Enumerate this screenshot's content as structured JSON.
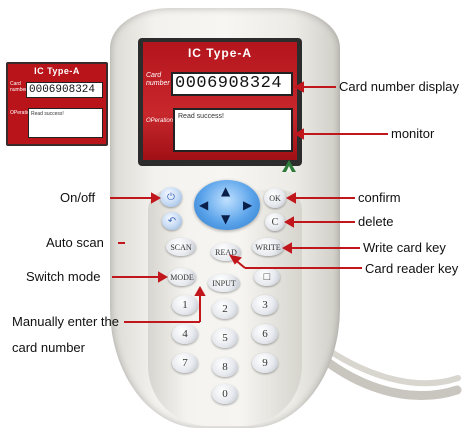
{
  "inset_screen": {
    "title": "IC Type-A",
    "card_number": "0006908324",
    "card_label": "Card number",
    "operation_label": "OPeration",
    "monitor_text": "Read success!"
  },
  "screen": {
    "title": "IC Type-A",
    "card_number": "0006908324",
    "card_label": "Card number",
    "operation_label": "OPeration",
    "monitor_text": "Read success!"
  },
  "keys": {
    "power": "⏻",
    "ok": "OK",
    "back": "↶",
    "clear": "C",
    "scan": "SCAN",
    "read": "READ",
    "write": "WRITE",
    "mode": "MODE",
    "input": "INPUT",
    "square": "□",
    "digits": [
      "1",
      "2",
      "3",
      "4",
      "5",
      "6",
      "7",
      "8",
      "9",
      "0"
    ],
    "up": "▲",
    "down": "▼",
    "left": "◀",
    "right": "▶"
  },
  "labels": {
    "card_number_display": "Card number display",
    "monitor": "monitor",
    "on_off": "On/off",
    "confirm": "confirm",
    "delete": "delete",
    "auto_scan": "Auto scan",
    "write_card_key": "Write card key",
    "switch_mode": "Switch mode",
    "card_reader_key": "Card reader key",
    "manual_line1": "Manually enter the",
    "manual_line2": "card number"
  },
  "colors": {
    "screen_red": "#b4141c",
    "arrow_red": "#c0161c",
    "dpad_blue": "#5aa3ea"
  }
}
